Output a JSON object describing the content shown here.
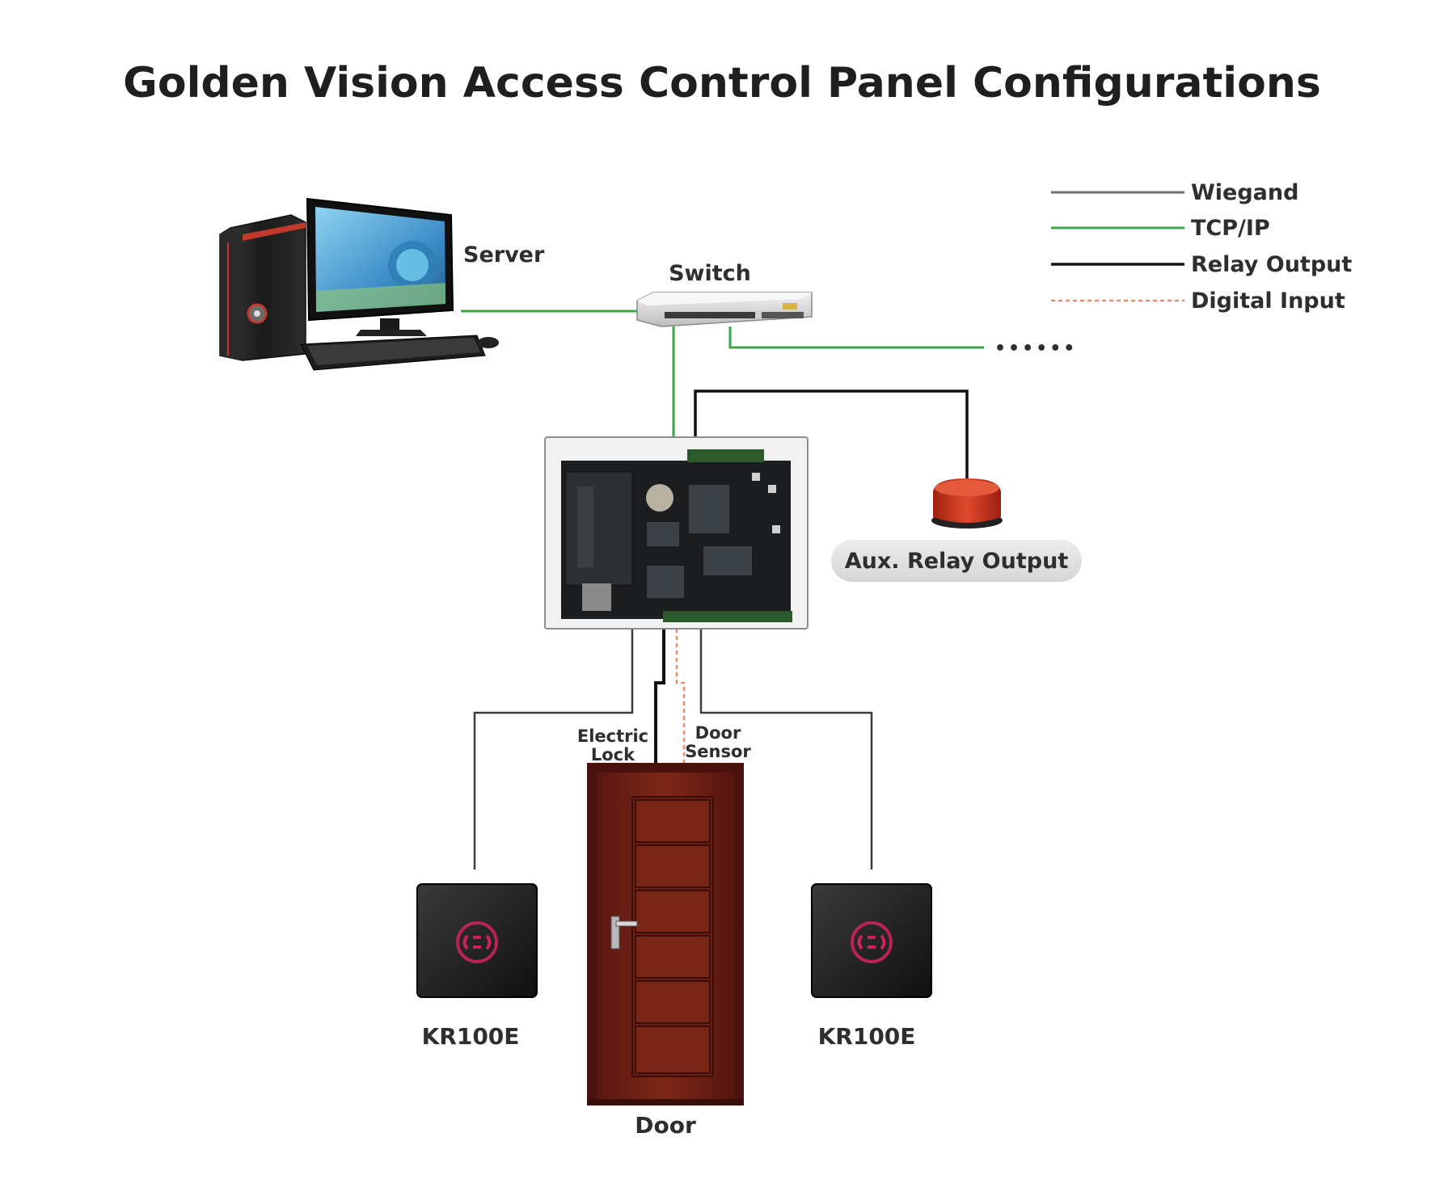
{
  "title": "Golden Vision Access Control Panel Configurations",
  "legend": [
    {
      "label": "Wiegand",
      "color": "#6e6e6e",
      "style": "solid"
    },
    {
      "label": "TCP/IP",
      "color": "#3aa64a",
      "style": "solid"
    },
    {
      "label": "Relay Output",
      "color": "#111111",
      "style": "solid"
    },
    {
      "label": "Digital Input",
      "color": "#f08a6a",
      "style": "dashed"
    }
  ],
  "nodes": {
    "server": "Server",
    "switch": "Switch",
    "more": "••••••",
    "aux_relay": "Aux. Relay Output",
    "electric_lock": [
      "Electric",
      "Lock"
    ],
    "door_sensor": [
      "Door",
      "Sensor"
    ],
    "reader_left": "KR100E",
    "reader_right": "KR100E",
    "door": "Door"
  },
  "colors": {
    "tcpip": "#3aa64a",
    "wiegand": "#6e6e6e",
    "relay": "#111111",
    "digital_input": "#f08a6a",
    "door_wood": "#6e1f14",
    "beacon": "#c8321e"
  }
}
